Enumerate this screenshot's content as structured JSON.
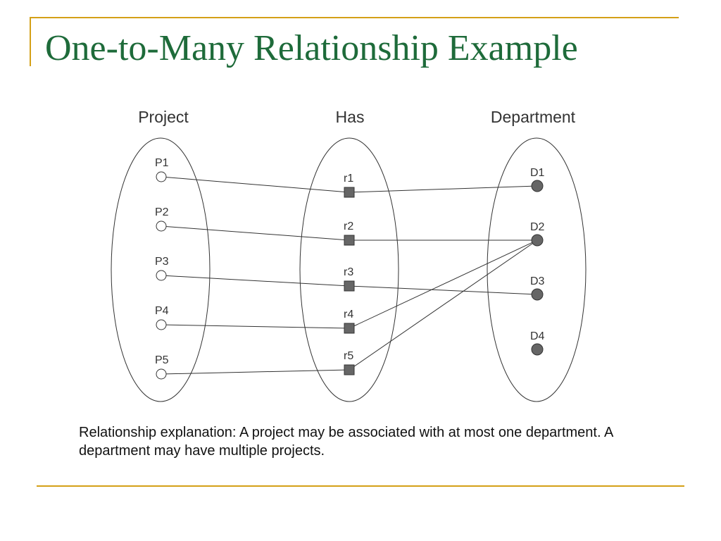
{
  "slide": {
    "title": "One-to-Many Relationship Example",
    "explanation": "Relationship explanation: A project may be associated with at most one department.  A department may have multiple projects."
  },
  "colors": {
    "title": "#1e6b3a",
    "accent": "#d4a017",
    "line": "#333333",
    "filled_node": "#666666"
  },
  "diagram": {
    "sets": {
      "project": {
        "label": "Project",
        "nodes": [
          "P1",
          "P2",
          "P3",
          "P4",
          "P5"
        ]
      },
      "has": {
        "label": "Has",
        "nodes": [
          "r1",
          "r2",
          "r3",
          "r4",
          "r5"
        ]
      },
      "department": {
        "label": "Department",
        "nodes": [
          "D1",
          "D2",
          "D3",
          "D4"
        ]
      }
    },
    "edges": [
      [
        "P1",
        "r1"
      ],
      [
        "P2",
        "r2"
      ],
      [
        "P3",
        "r3"
      ],
      [
        "P4",
        "r4"
      ],
      [
        "P5",
        "r5"
      ],
      [
        "r1",
        "D1"
      ],
      [
        "r2",
        "D2"
      ],
      [
        "r3",
        "D3"
      ],
      [
        "r4",
        "D2"
      ],
      [
        "r5",
        "D2"
      ]
    ]
  }
}
